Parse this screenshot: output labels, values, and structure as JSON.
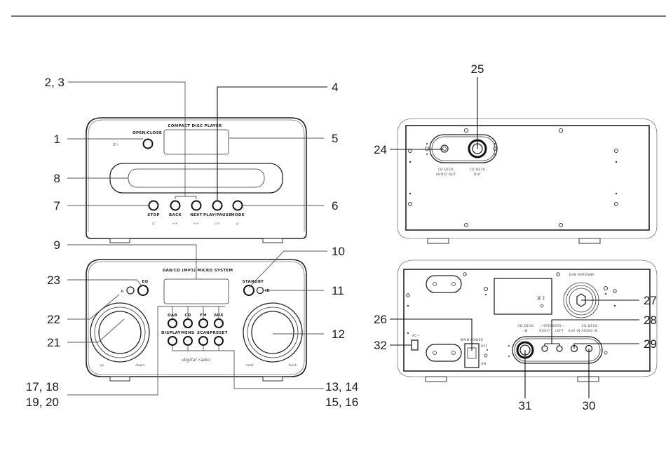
{
  "figure": {
    "title": "Product location of controls diagram",
    "views": [
      "cd-player-front",
      "micro-system-front",
      "cd-player-rear",
      "micro-system-rear"
    ]
  },
  "cd_player_front": {
    "header_label": "COMPACT DISC PLAYER",
    "open_close_label": "OPEN/CLOSE",
    "logo_text": "Ɠ!!",
    "buttons": [
      {
        "label": "STOP",
        "symbol": "□"
      },
      {
        "label": "BACK",
        "symbol": "<<"
      },
      {
        "label": "NEXT",
        "symbol": ">>"
      },
      {
        "label": "PLAY/PAUSE",
        "symbol": "▷II"
      },
      {
        "label": "MODE",
        "symbol": "⤾"
      }
    ]
  },
  "micro_system_front": {
    "header_label": "DAB/CD (MP3)  MICRO SYSTEM",
    "eq_label": "EQ",
    "headphone_symbol": "∩",
    "standby_label": "STANDBY",
    "ir_label": "IR",
    "source_buttons": [
      "DAB",
      "CD",
      "FM",
      "AUX"
    ],
    "function_buttons": [
      "DISPLAY",
      "MENU",
      "SCAN",
      "PRESET"
    ],
    "left_knob_labels": {
      "left": "up",
      "right": "down"
    },
    "right_knob_labels": {
      "left": "next",
      "right": "back"
    },
    "logo_text": "digital radio"
  },
  "cd_player_rear": {
    "jack_labels": [
      {
        "line1": "CD DECK",
        "line2": "AUDIO OUT"
      },
      {
        "line1": "CD DECK",
        "line2": "OUT"
      }
    ]
  },
  "micro_system_rear": {
    "antenna_label": "DAB ANTENNA",
    "label_plate_text": "X  I",
    "power_label": "MAIN POWER",
    "off_label": "OFF",
    "on_label": "ON",
    "ac_label": "AC~",
    "cd_deck_in": {
      "line1": "CD DECK",
      "line2": "IN"
    },
    "speakers_label": "—SPEAKERS—",
    "right_label": "RIGHT",
    "left_label": "LEFT",
    "aux_in_label": "AUX IN",
    "cd_deck_audio_in": {
      "line1": "CD DECK",
      "line2": "AUDIO IN"
    }
  },
  "callouts": {
    "c1": "1",
    "c2_3": "2, 3",
    "c4": "4",
    "c5": "5",
    "c6": "6",
    "c7": "7",
    "c8": "8",
    "c9": "9",
    "c10": "10",
    "c11": "11",
    "c12": "12",
    "c13_14": "13, 14",
    "c15_16": "15, 16",
    "c17_18": "17, 18",
    "c19_20": "19, 20",
    "c21": "21",
    "c22": "22",
    "c23": "23",
    "c24": "24",
    "c25": "25",
    "c26": "26",
    "c27": "27",
    "c28": "28",
    "c29": "29",
    "c30": "30",
    "c31": "31",
    "c32": "32"
  }
}
